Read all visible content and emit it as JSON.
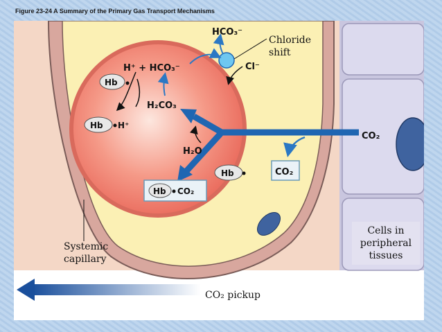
{
  "caption": "Figure 23-24  A Summary of the Primary Gas Transport Mechanisms",
  "colors": {
    "tissue": "#f4d7c6",
    "plasma": "#fbf0b4",
    "rbc": "#ee7a6a",
    "cell": "#d9d7ea",
    "nucleus": "#3f639f",
    "arrow_blue": "#1f66b2",
    "transporter": "#6ec7f0"
  },
  "labels": {
    "chloride_shift_1": "Chloride",
    "chloride_shift_2": "shift",
    "systemic_1": "Systemic",
    "systemic_2": "capillary",
    "cells_1": "Cells in",
    "cells_2": "peripheral",
    "cells_3": "tissues",
    "co2_pickup": "CO₂ pickup"
  },
  "chemistry": {
    "hco3_out": "HCO₃⁻",
    "cl_in": "Cl⁻",
    "h_plus_hco3": "H⁺ + HCO₃⁻",
    "hb_top": "Hb",
    "hb_h": "Hb",
    "h_plus": "H⁺",
    "h2co3": "H₂CO₃",
    "h2o": "H₂O",
    "co2_tissue": "CO₂",
    "co2_plasma": "CO₂",
    "hb_mid": "Hb",
    "hb_co2_hb": "Hb",
    "hb_co2_co2": "CO₂"
  }
}
